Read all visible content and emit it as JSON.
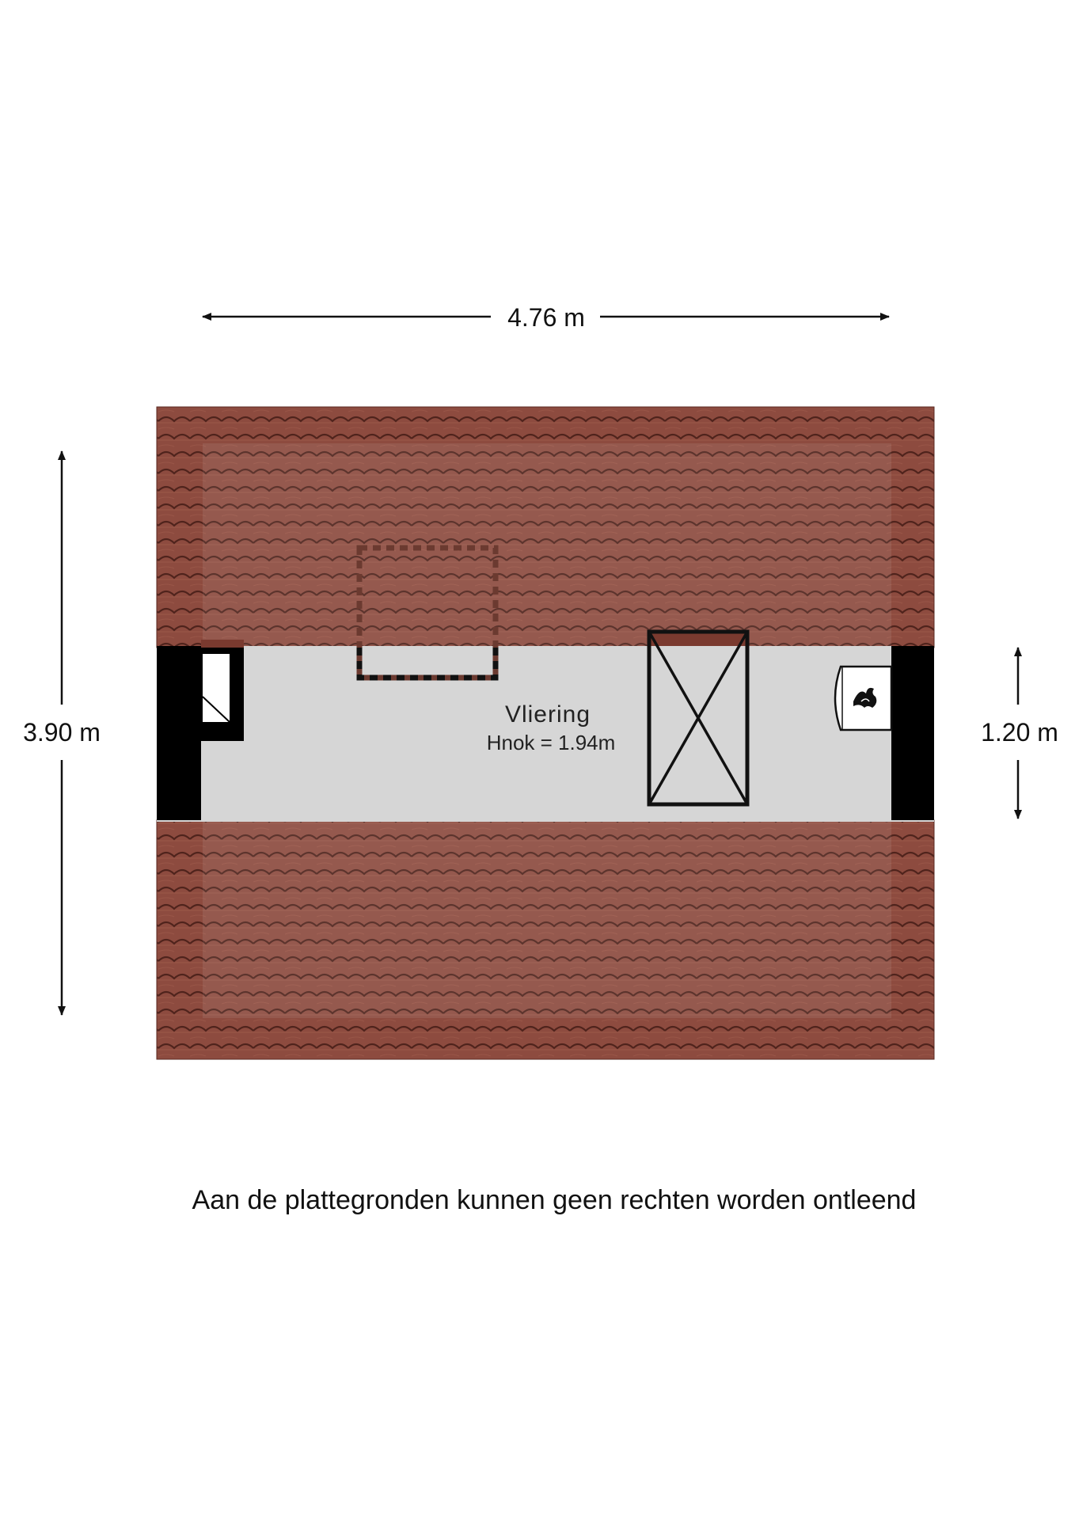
{
  "dimensions": {
    "width_label": "4.76 m",
    "depth_label": "3.90 m",
    "inner_label": "1.20 m"
  },
  "room": {
    "name": "Vliering",
    "ridge_height": "Hnok = 1.94m"
  },
  "footer": {
    "disclaimer": "Aan de plattegronden kunnen geen rechten worden ontleend"
  },
  "colors": {
    "roof_tile": "#8c4a3e",
    "roof_tile_dark": "#6e3329",
    "attic_floor": "#d6d6d6",
    "wall": "#000000"
  },
  "icons": {
    "boiler": "flame-icon",
    "hatch": "cross-box",
    "skylight": "dashed-rectangle"
  }
}
